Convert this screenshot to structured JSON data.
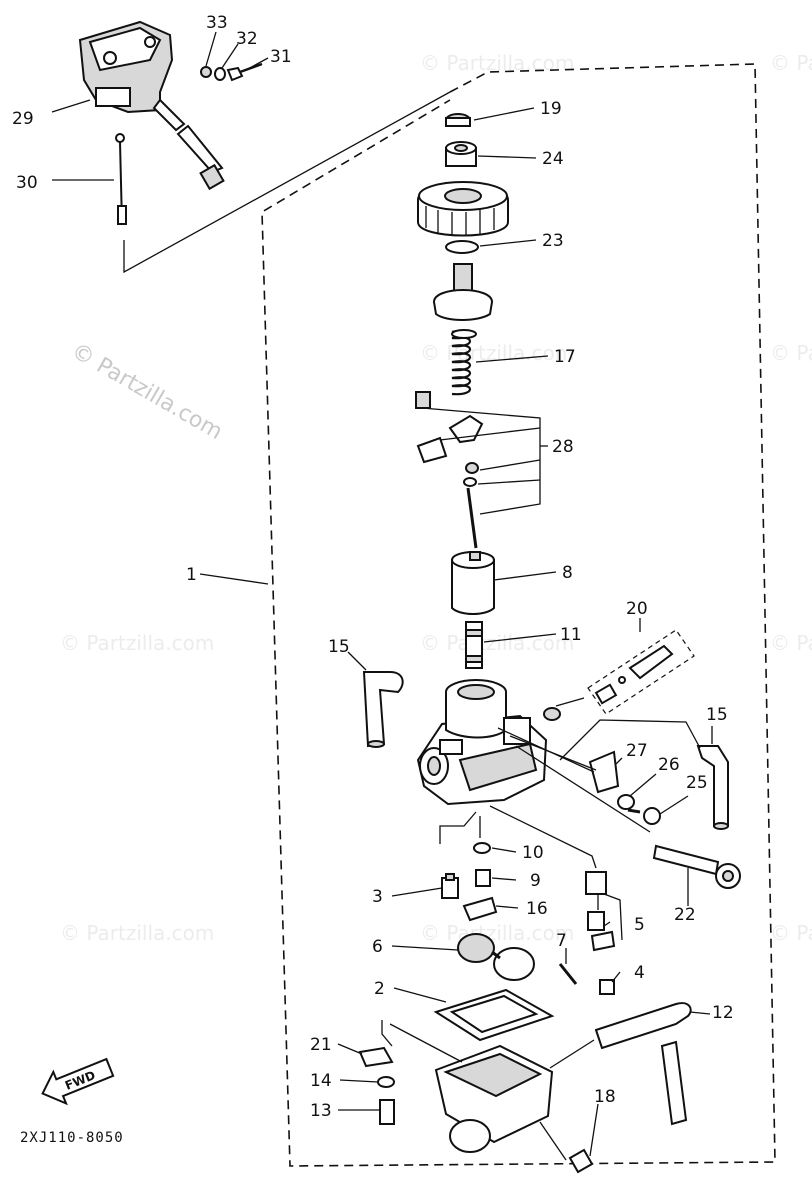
{
  "diagram_code": "2XJ110-8050",
  "fwd_label": "FWD",
  "watermark": "© Partzilla.com",
  "callouts": {
    "c1": "1",
    "c2": "2",
    "c3": "3",
    "c4": "4",
    "c5": "5",
    "c6": "6",
    "c7": "7",
    "c8": "8",
    "c9": "9",
    "c10": "10",
    "c11": "11",
    "c12": "12",
    "c13": "13",
    "c14": "14",
    "c15a": "15",
    "c15b": "15",
    "c16": "16",
    "c17": "17",
    "c18": "18",
    "c19": "19",
    "c20": "20",
    "c21": "21",
    "c22": "22",
    "c23": "23",
    "c24": "24",
    "c25": "25",
    "c26": "26",
    "c27": "27",
    "c28": "28",
    "c29": "29",
    "c30": "30",
    "c31": "31",
    "c32": "32",
    "c33": "33"
  }
}
